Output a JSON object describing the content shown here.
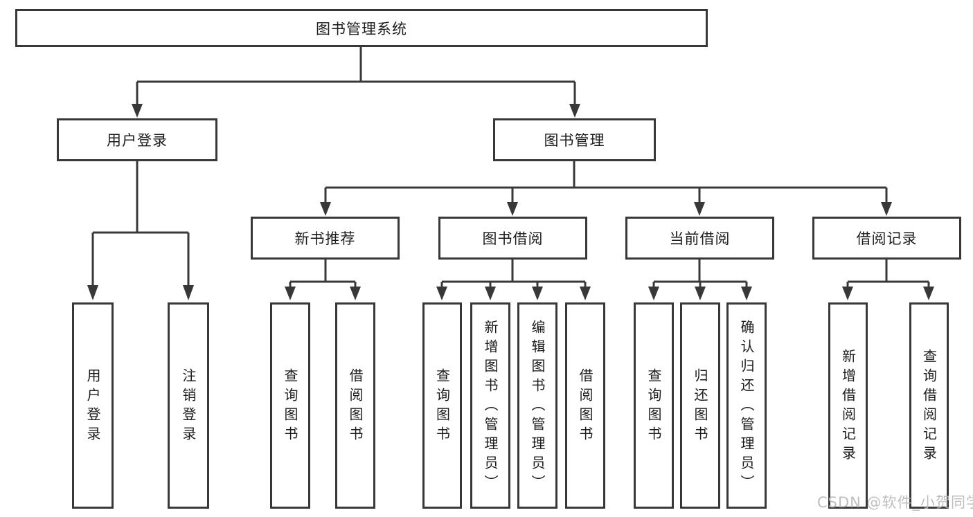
{
  "diagram": {
    "root": {
      "label": "图书管理系统"
    },
    "branches": {
      "user_login": {
        "label": "用户登录",
        "children": [
          {
            "label": "用户登录"
          },
          {
            "label": "注销登录"
          }
        ]
      },
      "book_mgmt": {
        "label": "图书管理",
        "children": [
          {
            "label": "新书推荐",
            "children": [
              {
                "label": "查询图书"
              },
              {
                "label": "借阅图书"
              }
            ]
          },
          {
            "label": "图书借阅",
            "children": [
              {
                "label": "查询图书"
              },
              {
                "label": "新增图书（管理员）"
              },
              {
                "label": "编辑图书（管理员）"
              },
              {
                "label": "借阅图书"
              }
            ]
          },
          {
            "label": "当前借阅",
            "children": [
              {
                "label": "查询图书"
              },
              {
                "label": "归还图书"
              },
              {
                "label": "确认归还（管理员）"
              }
            ]
          },
          {
            "label": "借阅记录",
            "children": [
              {
                "label": "新增借阅记录"
              },
              {
                "label": "查询借阅记录"
              }
            ]
          }
        ]
      }
    }
  },
  "watermark": {
    "text": "CSDN @软件_小贺同学"
  },
  "colors": {
    "line": "#383838",
    "box_border": "#383838",
    "text": "#1c1c1c",
    "watermark": "#b8b8b8",
    "background": "#ffffff"
  }
}
